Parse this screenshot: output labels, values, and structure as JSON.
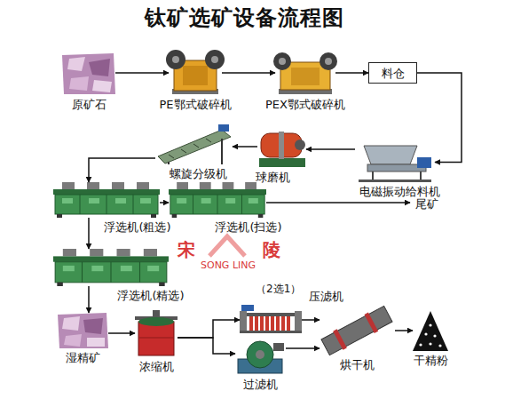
{
  "diagram": {
    "title": "钛矿选矿设备流程图",
    "nodes": [
      {
        "text": [
          "原矿石"
        ]
      },
      {
        "text": [
          "PE鄂式破碎机"
        ]
      },
      {
        "text": [
          "PEX鄂式破碎机"
        ]
      },
      {
        "text": [
          "料仓"
        ]
      },
      {
        "text": [
          "电磁振动给料机"
        ]
      },
      {
        "text": [
          "球磨机"
        ]
      },
      {
        "text": [
          "螺旋分级机"
        ]
      },
      {
        "text": [
          "浮选机(粗选)"
        ]
      },
      {
        "text": [
          "浮选机(扫选)"
        ]
      },
      {
        "text": [
          "尾矿"
        ]
      },
      {
        "text": [
          "浮选机(精选)"
        ]
      },
      {
        "text": [
          "湿精矿"
        ]
      },
      {
        "text": [
          "浓缩机"
        ]
      },
      {
        "text": [
          "压滤机"
        ]
      },
      {
        "text": [
          "过滤机"
        ]
      },
      {
        "text": [
          "烘干机"
        ]
      },
      {
        "text": [
          "干精粉"
        ]
      }
    ],
    "edges": [
      {
        "from": 0,
        "to": 1,
        "arrow": "to"
      },
      {
        "from": 1,
        "to": 2,
        "arrow": "to"
      },
      {
        "from": 2,
        "to": 3,
        "arrow": "to"
      },
      {
        "from": 3,
        "to": 4,
        "arrow": "to"
      },
      {
        "from": 4,
        "to": 5,
        "arrow": "to"
      },
      {
        "from": 5,
        "to": 6,
        "arrow": "to"
      },
      {
        "from": 6,
        "to": 7,
        "arrow": "to"
      },
      {
        "from": 7,
        "to": 8,
        "arrow": "to"
      },
      {
        "from": 8,
        "to": 9,
        "arrow": "to"
      },
      {
        "from": 7,
        "to": 10,
        "arrow": "to"
      },
      {
        "from": 10,
        "to": 11,
        "arrow": "to"
      },
      {
        "from": 11,
        "to": 12,
        "arrow": "to"
      },
      {
        "from": 12,
        "to": 13,
        "arrow": "to"
      },
      {
        "from": 12,
        "to": 14,
        "arrow": "to"
      },
      {
        "from": 13,
        "to": 15,
        "arrow": "to"
      },
      {
        "from": 14,
        "to": 15,
        "arrow": "to"
      },
      {
        "from": 15,
        "to": 16,
        "arrow": "to"
      }
    ],
    "labels": [
      "（2选1）",
      "SONG LING",
      "宋",
      "陵"
    ]
  }
}
